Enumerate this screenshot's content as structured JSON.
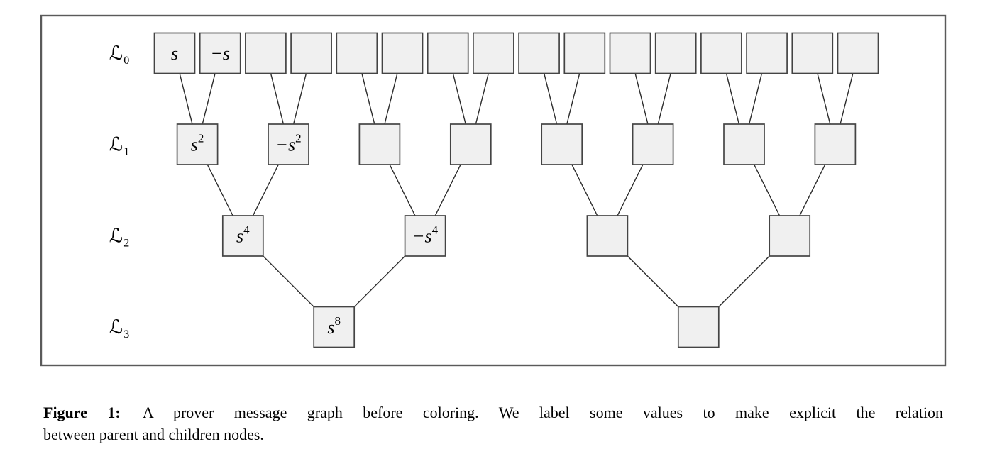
{
  "diagram": {
    "title_hint": "prover message graph (binary tree, leaves on top)",
    "levels": [
      {
        "id": "L0",
        "label_char": "ℒ",
        "label_sub": "0",
        "node_count": 16,
        "node_labels": [
          {
            "index": 0,
            "main": "s",
            "sup": ""
          },
          {
            "index": 1,
            "main": "−s",
            "sup": ""
          }
        ]
      },
      {
        "id": "L1",
        "label_char": "ℒ",
        "label_sub": "1",
        "node_count": 8,
        "node_labels": [
          {
            "index": 0,
            "main": "s",
            "sup": "2"
          },
          {
            "index": 1,
            "main": "−s",
            "sup": "2"
          }
        ]
      },
      {
        "id": "L2",
        "label_char": "ℒ",
        "label_sub": "2",
        "node_count": 4,
        "node_labels": [
          {
            "index": 0,
            "main": "s",
            "sup": "4"
          },
          {
            "index": 1,
            "main": "−s",
            "sup": "4"
          }
        ]
      },
      {
        "id": "L3",
        "label_char": "ℒ",
        "label_sub": "3",
        "node_count": 2,
        "node_labels": [
          {
            "index": 0,
            "main": "s",
            "sup": "8"
          }
        ]
      }
    ],
    "structure": "node j at level k is the parent of nodes 2j and 2j+1 at level k-1; edges drawn between box borders along the center-to-center line",
    "colors": {
      "node_fill": "#f0f0f0",
      "node_border": "#444444",
      "edge": "#2b2b2b",
      "frame_border": "#5a5a5a",
      "text": "#000000"
    }
  },
  "caption": {
    "label": "Figure 1:",
    "line1": "A prover message graph before coloring. We label some values to make explicit the relation",
    "line2": "between parent and children nodes."
  }
}
